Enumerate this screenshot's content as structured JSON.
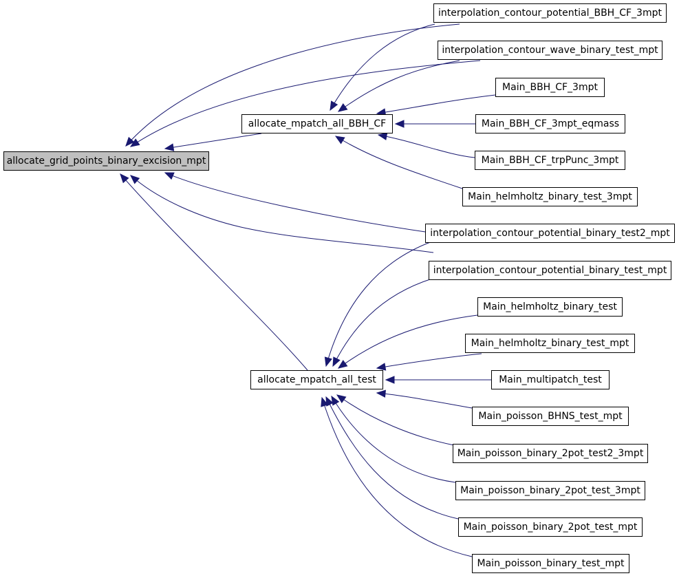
{
  "graph": {
    "colors": {
      "edge": "#191970",
      "root_fill": "#bfbfbf",
      "node_fill": "#ffffff",
      "border": "#000000"
    },
    "nodes": {
      "root": "allocate_grid_points_binary_excision_mpt",
      "bbh_cf": "allocate_mpatch_all_BBH_CF",
      "test": "allocate_mpatch_all_test",
      "n1": "interpolation_contour_potential_BBH_CF_3mpt",
      "n2": "interpolation_contour_wave_binary_test_mpt",
      "n3": "Main_BBH_CF_3mpt",
      "n4": "Main_BBH_CF_3mpt_eqmass",
      "n5": "Main_BBH_CF_trpPunc_3mpt",
      "n6": "Main_helmholtz_binary_test_3mpt",
      "n7": "interpolation_contour_potential_binary_test2_mpt",
      "n8": "interpolation_contour_potential_binary_test_mpt",
      "n9": "Main_helmholtz_binary_test",
      "n10": "Main_helmholtz_binary_test_mpt",
      "n11": "Main_multipatch_test",
      "n12": "Main_poisson_BHNS_test_mpt",
      "n13": "Main_poisson_binary_2pot_test2_3mpt",
      "n14": "Main_poisson_binary_2pot_test_3mpt",
      "n15": "Main_poisson_binary_2pot_test_mpt",
      "n16": "Main_poisson_binary_test_mpt"
    },
    "edges": [
      [
        "n1",
        "root"
      ],
      [
        "n2",
        "root"
      ],
      [
        "bbh_cf",
        "root"
      ],
      [
        "n7",
        "root"
      ],
      [
        "n8",
        "root"
      ],
      [
        "test",
        "root"
      ],
      [
        "n1",
        "bbh_cf"
      ],
      [
        "n2",
        "bbh_cf"
      ],
      [
        "n3",
        "bbh_cf"
      ],
      [
        "n4",
        "bbh_cf"
      ],
      [
        "n5",
        "bbh_cf"
      ],
      [
        "n6",
        "bbh_cf"
      ],
      [
        "n7",
        "test"
      ],
      [
        "n8",
        "test"
      ],
      [
        "n9",
        "test"
      ],
      [
        "n10",
        "test"
      ],
      [
        "n11",
        "test"
      ],
      [
        "n12",
        "test"
      ],
      [
        "n13",
        "test"
      ],
      [
        "n14",
        "test"
      ],
      [
        "n15",
        "test"
      ],
      [
        "n16",
        "test"
      ]
    ]
  }
}
